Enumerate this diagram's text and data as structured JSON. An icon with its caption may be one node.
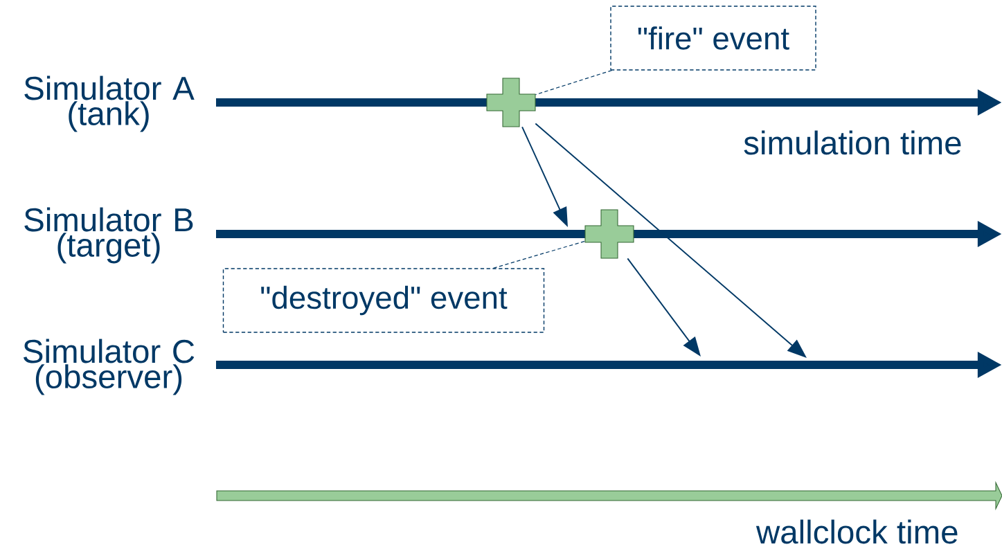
{
  "diagram": {
    "nodes": [
      {
        "text": [
          "\"fire\" event"
        ]
      },
      {
        "text": [],
        "shape": "cross"
      },
      {
        "text": [],
        "shape": "cross"
      },
      {
        "text": [
          "\"destroyed\" event"
        ]
      }
    ],
    "edges": [
      {
        "from": 0,
        "to": 1,
        "arrow": "none",
        "style": "dashed"
      },
      {
        "from": 1,
        "to": null,
        "arrow": "to"
      },
      {
        "from": 1,
        "to": null,
        "arrow": "to"
      },
      {
        "from": 3,
        "to": 2,
        "arrow": "none",
        "style": "dashed"
      },
      {
        "from": 2,
        "to": null,
        "arrow": "to"
      }
    ],
    "labels": [
      "Simulator A (tank)",
      "simulation time",
      "Simulator B (target)",
      "Simulator C (observer)",
      "wallclock time"
    ]
  }
}
